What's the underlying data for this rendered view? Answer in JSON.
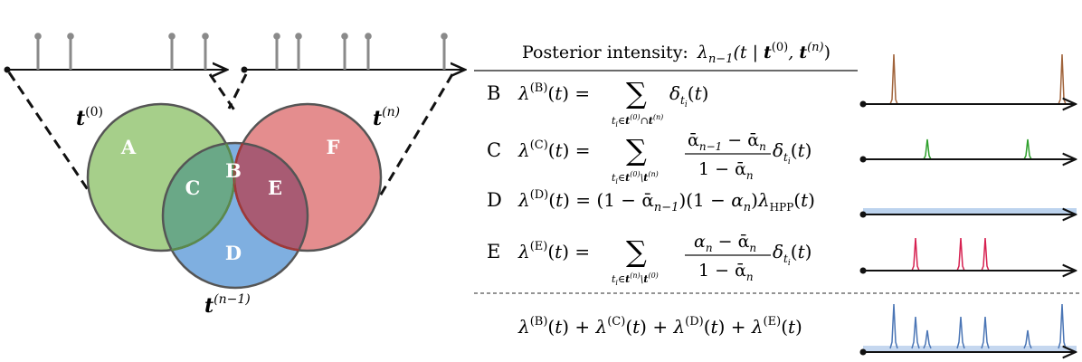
{
  "venn": {
    "region_labels": {
      "A": "A",
      "B": "B",
      "C": "C",
      "D": "D",
      "E": "E",
      "F": "F"
    },
    "set_labels": {
      "t0": {
        "base": "t",
        "sup": "(0)"
      },
      "tn": {
        "base": "t",
        "sup": "(n)"
      },
      "tn1": {
        "base": "t",
        "sup": "(n−1)"
      }
    },
    "colors": {
      "set_t0": "#a6cf8a",
      "set_tn": "#e48d8e",
      "set_tn1": "#7fafe0",
      "overlap_C": "#6aa887",
      "overlap_B": "#a06850",
      "overlap_E": "#a85b73",
      "edge_t0": "#5b8a4b",
      "edge_tn": "#a03838"
    }
  },
  "table": {
    "header_prefix": "Posterior intensity:",
    "header_formula": "λn−1(t | t(0), t(n))",
    "rows": [
      {
        "key": "B",
        "label": "B",
        "lhs": "λ(B)(t) =",
        "sum_under": "ti∈t(0)∩t(n)",
        "rhs": "δti(t)",
        "color": "#a0633a"
      },
      {
        "key": "C",
        "label": "C",
        "lhs": "λ(C)(t) =",
        "sum_under": "ti∈t(0)\\t(n)",
        "num": "ᾱn−1 − ᾱn",
        "den": "1 − ᾱn",
        "rhs": "δti(t)",
        "color": "#2ea02c"
      },
      {
        "key": "D",
        "label": "D",
        "lhs": "λ(D)(t) = (1 − ᾱn−1)(1 − αn)λHPP(t)",
        "color": "#bcd3ee"
      },
      {
        "key": "E",
        "label": "E",
        "lhs": "λ(E)(t) =",
        "sum_under": "ti∈t(n)\\t(0)",
        "num": "αn − ᾱn",
        "den": "1 − ᾱn",
        "rhs": "δti(t)",
        "color": "#d62050"
      }
    ],
    "total": "λ(B)(t) + λ(C)(t) + λ(D)(t) + λ(E)(t)",
    "total_color": "#4a75b5"
  }
}
